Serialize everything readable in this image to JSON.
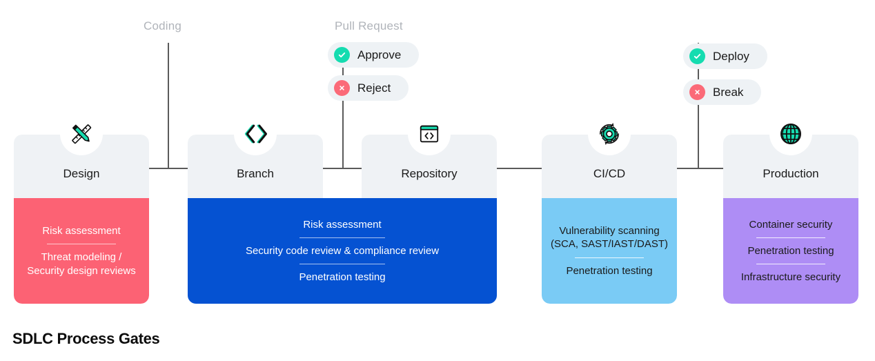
{
  "caption": "SDLC Process Gates",
  "phase_labels": [
    {
      "name": "coding",
      "text": "Coding"
    },
    {
      "name": "pull-request",
      "text": "Pull Request"
    }
  ],
  "pills": [
    {
      "name": "approve",
      "text": "Approve",
      "icon": "check-circle-icon",
      "color": "#15dcb0"
    },
    {
      "name": "reject",
      "text": "Reject",
      "icon": "x-circle-icon",
      "color": "#fb6a78"
    },
    {
      "name": "deploy",
      "text": "Deploy",
      "icon": "check-circle-icon",
      "color": "#15dcb0"
    },
    {
      "name": "break",
      "text": "Break",
      "icon": "x-circle-icon",
      "color": "#fb6a78"
    }
  ],
  "stages": [
    {
      "id": "design",
      "title": "Design",
      "icon": "ruler-pencil-icon",
      "color": "#fc6274",
      "text_color": "#ffffff",
      "items": [
        "Risk assessment",
        "Threat modeling / Security design reviews"
      ]
    },
    {
      "id": "branch",
      "title": "Branch",
      "icon": "code-chevrons-icon",
      "color": "#0552d2",
      "text_color": "#ffffff",
      "items": []
    },
    {
      "id": "repository",
      "title": "Repository",
      "icon": "code-window-icon",
      "color": "#0552d2",
      "text_color": "#ffffff",
      "items": []
    },
    {
      "id": "cicd",
      "title": "CI/CD",
      "icon": "gear-cycle-icon",
      "color": "#7acbf5",
      "text_color": "#1a1a1a",
      "items": [
        "Vulnerability scanning (SCA, SAST/IAST/DAST)",
        "Penetration testing"
      ]
    },
    {
      "id": "production",
      "title": "Production",
      "icon": "globe-icon",
      "color": "#ae8df5",
      "text_color": "#1a1a1a",
      "items": [
        "Container security",
        "Penetration testing",
        "Infrastructure security"
      ]
    }
  ],
  "merged_panel": {
    "name": "branch-repository-shared-panel",
    "color": "#0552d2",
    "items": [
      "Risk assessment",
      "Security code review & compliance review",
      "Penetration testing"
    ]
  },
  "colors": {
    "card_head": "#eff2f5",
    "connector": "#5a5a5a",
    "label": "#b0b4ba",
    "pill_bg": "#eef2f5",
    "accent_teal": "#15dcb0"
  }
}
